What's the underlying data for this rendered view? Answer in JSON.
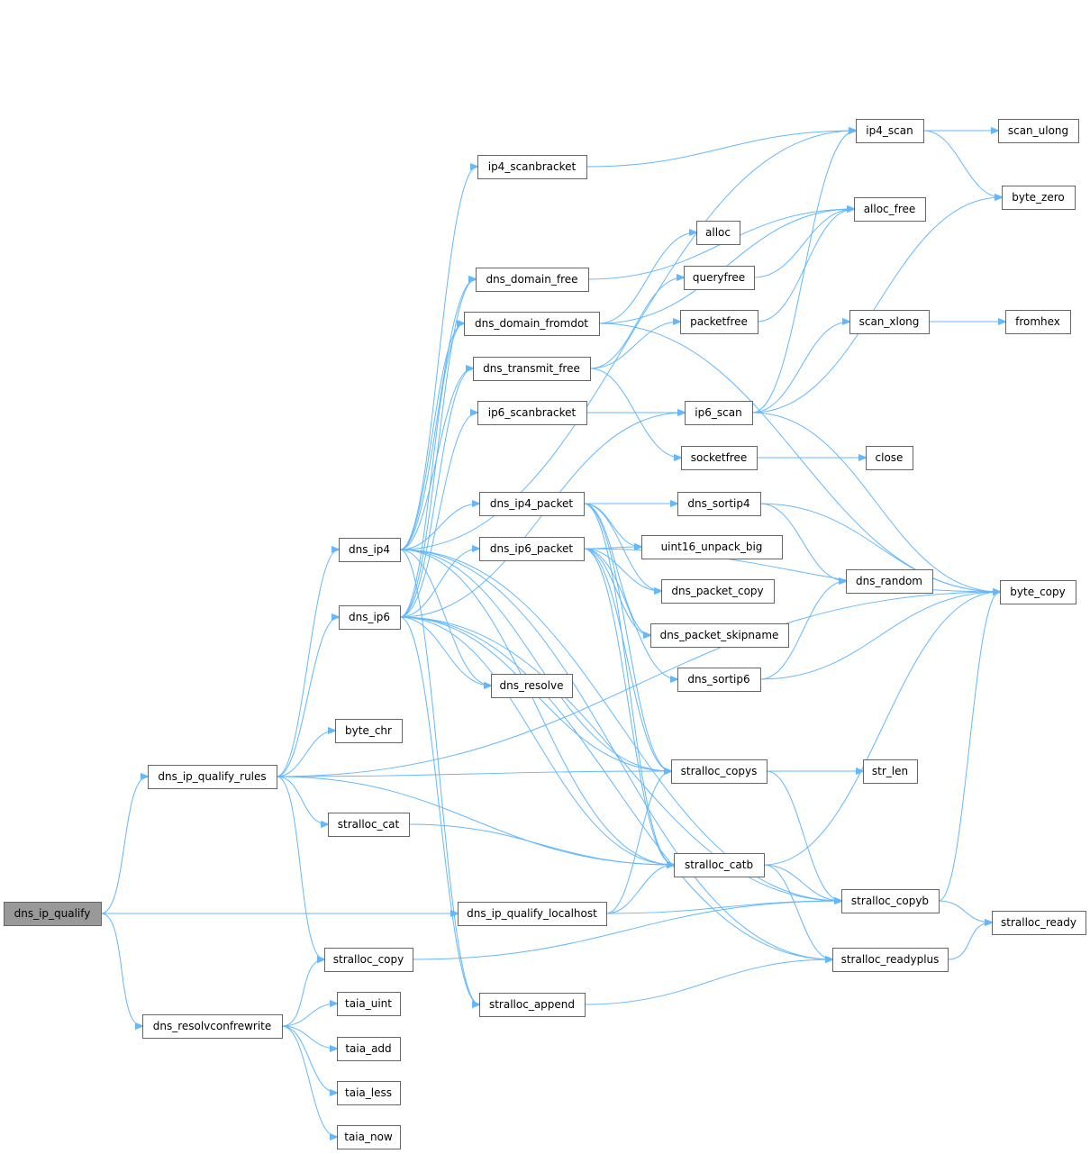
{
  "graph": {
    "root": "dns_ip_qualify",
    "colors": {
      "edge": "#63b8ff",
      "node_border": "#666666",
      "root_fill": "#999999",
      "node_fill": "#ffffff"
    },
    "nodes": [
      {
        "id": "dns_ip_qualify",
        "label": "dns_ip_qualify"
      },
      {
        "id": "dns_ip_qualify_rules",
        "label": "dns_ip_qualify_rules"
      },
      {
        "id": "dns_resolvconfrewrite",
        "label": "dns_resolvconfrewrite"
      },
      {
        "id": "dns_ip_qualify_localhost",
        "label": "dns_ip_qualify_localhost"
      },
      {
        "id": "dns_ip4",
        "label": "dns_ip4"
      },
      {
        "id": "dns_ip6",
        "label": "dns_ip6"
      },
      {
        "id": "byte_chr",
        "label": "byte_chr"
      },
      {
        "id": "stralloc_cat",
        "label": "stralloc_cat"
      },
      {
        "id": "stralloc_copy",
        "label": "stralloc_copy"
      },
      {
        "id": "taia_uint",
        "label": "taia_uint"
      },
      {
        "id": "taia_add",
        "label": "taia_add"
      },
      {
        "id": "taia_less",
        "label": "taia_less"
      },
      {
        "id": "taia_now",
        "label": "taia_now"
      },
      {
        "id": "ip4_scanbracket",
        "label": "ip4_scanbracket"
      },
      {
        "id": "dns_domain_free",
        "label": "dns_domain_free"
      },
      {
        "id": "dns_domain_fromdot",
        "label": "dns_domain_fromdot"
      },
      {
        "id": "dns_transmit_free",
        "label": "dns_transmit_free"
      },
      {
        "id": "ip6_scanbracket",
        "label": "ip6_scanbracket"
      },
      {
        "id": "dns_ip4_packet",
        "label": "dns_ip4_packet"
      },
      {
        "id": "dns_ip6_packet",
        "label": "dns_ip6_packet"
      },
      {
        "id": "dns_resolve",
        "label": "dns_resolve"
      },
      {
        "id": "stralloc_append",
        "label": "stralloc_append"
      },
      {
        "id": "ip4_scan",
        "label": "ip4_scan"
      },
      {
        "id": "alloc_free",
        "label": "alloc_free"
      },
      {
        "id": "alloc",
        "label": "alloc"
      },
      {
        "id": "queryfree",
        "label": "queryfree"
      },
      {
        "id": "packetfree",
        "label": "packetfree"
      },
      {
        "id": "ip6_scan",
        "label": "ip6_scan"
      },
      {
        "id": "socketfree",
        "label": "socketfree"
      },
      {
        "id": "dns_sortip4",
        "label": "dns_sortip4"
      },
      {
        "id": "uint16_unpack_big",
        "label": "uint16_unpack_big"
      },
      {
        "id": "dns_packet_copy",
        "label": "dns_packet_copy"
      },
      {
        "id": "dns_packet_skipname",
        "label": "dns_packet_skipname"
      },
      {
        "id": "dns_sortip6",
        "label": "dns_sortip6"
      },
      {
        "id": "stralloc_copys",
        "label": "stralloc_copys"
      },
      {
        "id": "stralloc_catb",
        "label": "stralloc_catb"
      },
      {
        "id": "stralloc_copyb",
        "label": "stralloc_copyb"
      },
      {
        "id": "stralloc_readyplus",
        "label": "stralloc_readyplus"
      },
      {
        "id": "scan_xlong",
        "label": "scan_xlong"
      },
      {
        "id": "close",
        "label": "close"
      },
      {
        "id": "dns_random",
        "label": "dns_random"
      },
      {
        "id": "str_len",
        "label": "str_len"
      },
      {
        "id": "scan_ulong",
        "label": "scan_ulong"
      },
      {
        "id": "byte_zero",
        "label": "byte_zero"
      },
      {
        "id": "fromhex",
        "label": "fromhex"
      },
      {
        "id": "byte_copy",
        "label": "byte_copy"
      },
      {
        "id": "stralloc_ready",
        "label": "stralloc_ready"
      }
    ],
    "edges": [
      [
        "dns_ip_qualify",
        "dns_ip_qualify_rules"
      ],
      [
        "dns_ip_qualify",
        "dns_ip_qualify_localhost"
      ],
      [
        "dns_ip_qualify",
        "dns_resolvconfrewrite"
      ],
      [
        "dns_ip_qualify_rules",
        "byte_copy"
      ],
      [
        "dns_ip_qualify_rules",
        "dns_ip4"
      ],
      [
        "dns_ip_qualify_rules",
        "dns_ip6"
      ],
      [
        "dns_ip_qualify_rules",
        "byte_chr"
      ],
      [
        "dns_ip_qualify_rules",
        "stralloc_copys"
      ],
      [
        "dns_ip_qualify_rules",
        "stralloc_cat"
      ],
      [
        "dns_ip_qualify_rules",
        "stralloc_catb"
      ],
      [
        "dns_ip_qualify_rules",
        "stralloc_copy"
      ],
      [
        "dns_ip_qualify_localhost",
        "stralloc_copys"
      ],
      [
        "dns_ip_qualify_localhost",
        "stralloc_catb"
      ],
      [
        "dns_ip_qualify_localhost",
        "stralloc_copyb"
      ],
      [
        "dns_resolvconfrewrite",
        "stralloc_copy"
      ],
      [
        "dns_resolvconfrewrite",
        "taia_uint"
      ],
      [
        "dns_resolvconfrewrite",
        "taia_add"
      ],
      [
        "dns_resolvconfrewrite",
        "taia_less"
      ],
      [
        "dns_resolvconfrewrite",
        "taia_now"
      ],
      [
        "stralloc_copy",
        "stralloc_copyb"
      ],
      [
        "stralloc_cat",
        "stralloc_catb"
      ],
      [
        "dns_ip4",
        "ip4_scan"
      ],
      [
        "dns_ip4",
        "ip4_scanbracket"
      ],
      [
        "dns_ip4",
        "dns_domain_free"
      ],
      [
        "dns_ip4",
        "dns_domain_fromdot"
      ],
      [
        "dns_ip4",
        "dns_transmit_free"
      ],
      [
        "dns_ip4",
        "dns_ip4_packet"
      ],
      [
        "dns_ip4",
        "dns_resolve"
      ],
      [
        "dns_ip4",
        "stralloc_copys"
      ],
      [
        "dns_ip4",
        "stralloc_catb"
      ],
      [
        "dns_ip4",
        "stralloc_copyb"
      ],
      [
        "dns_ip4",
        "stralloc_readyplus"
      ],
      [
        "dns_ip4",
        "stralloc_append"
      ],
      [
        "dns_ip6",
        "ip6_scan"
      ],
      [
        "dns_ip6",
        "ip6_scanbracket"
      ],
      [
        "dns_ip6",
        "dns_domain_free"
      ],
      [
        "dns_ip6",
        "dns_domain_fromdot"
      ],
      [
        "dns_ip6",
        "dns_transmit_free"
      ],
      [
        "dns_ip6",
        "dns_ip6_packet"
      ],
      [
        "dns_ip6",
        "dns_resolve"
      ],
      [
        "dns_ip6",
        "stralloc_copys"
      ],
      [
        "dns_ip6",
        "stralloc_catb"
      ],
      [
        "dns_ip6",
        "stralloc_copyb"
      ],
      [
        "dns_ip6",
        "stralloc_readyplus"
      ],
      [
        "dns_ip6",
        "stralloc_append"
      ],
      [
        "ip4_scanbracket",
        "ip4_scan"
      ],
      [
        "dns_domain_free",
        "alloc_free"
      ],
      [
        "dns_domain_fromdot",
        "alloc"
      ],
      [
        "dns_domain_fromdot",
        "alloc_free"
      ],
      [
        "dns_domain_fromdot",
        "byte_copy"
      ],
      [
        "dns_transmit_free",
        "queryfree"
      ],
      [
        "dns_transmit_free",
        "packetfree"
      ],
      [
        "dns_transmit_free",
        "socketfree"
      ],
      [
        "ip6_scanbracket",
        "ip6_scan"
      ],
      [
        "dns_ip4_packet",
        "dns_sortip4"
      ],
      [
        "dns_ip4_packet",
        "uint16_unpack_big"
      ],
      [
        "dns_ip4_packet",
        "dns_packet_copy"
      ],
      [
        "dns_ip4_packet",
        "dns_packet_skipname"
      ],
      [
        "dns_ip4_packet",
        "stralloc_copys"
      ],
      [
        "dns_ip4_packet",
        "stralloc_catb"
      ],
      [
        "dns_ip6_packet",
        "uint16_unpack_big"
      ],
      [
        "dns_ip6_packet",
        "dns_packet_copy"
      ],
      [
        "dns_ip6_packet",
        "dns_packet_skipname"
      ],
      [
        "dns_ip6_packet",
        "dns_sortip6"
      ],
      [
        "dns_ip6_packet",
        "stralloc_copys"
      ],
      [
        "dns_ip6_packet",
        "stralloc_catb"
      ],
      [
        "dns_ip6_packet",
        "byte_copy"
      ],
      [
        "stralloc_append",
        "stralloc_readyplus"
      ],
      [
        "ip4_scan",
        "scan_ulong"
      ],
      [
        "ip4_scan",
        "byte_zero"
      ],
      [
        "queryfree",
        "alloc_free"
      ],
      [
        "packetfree",
        "alloc_free"
      ],
      [
        "ip6_scan",
        "ip4_scan"
      ],
      [
        "ip6_scan",
        "scan_xlong"
      ],
      [
        "ip6_scan",
        "byte_zero"
      ],
      [
        "ip6_scan",
        "byte_copy"
      ],
      [
        "socketfree",
        "close"
      ],
      [
        "dns_sortip4",
        "dns_random"
      ],
      [
        "dns_sortip4",
        "byte_copy"
      ],
      [
        "dns_sortip6",
        "dns_random"
      ],
      [
        "dns_sortip6",
        "byte_copy"
      ],
      [
        "stralloc_copys",
        "str_len"
      ],
      [
        "stralloc_copys",
        "stralloc_copyb"
      ],
      [
        "stralloc_catb",
        "stralloc_copyb"
      ],
      [
        "stralloc_catb",
        "stralloc_readyplus"
      ],
      [
        "stralloc_catb",
        "byte_copy"
      ],
      [
        "stralloc_copyb",
        "stralloc_ready"
      ],
      [
        "stralloc_copyb",
        "byte_copy"
      ],
      [
        "stralloc_readyplus",
        "stralloc_ready"
      ],
      [
        "scan_xlong",
        "fromhex"
      ]
    ]
  }
}
